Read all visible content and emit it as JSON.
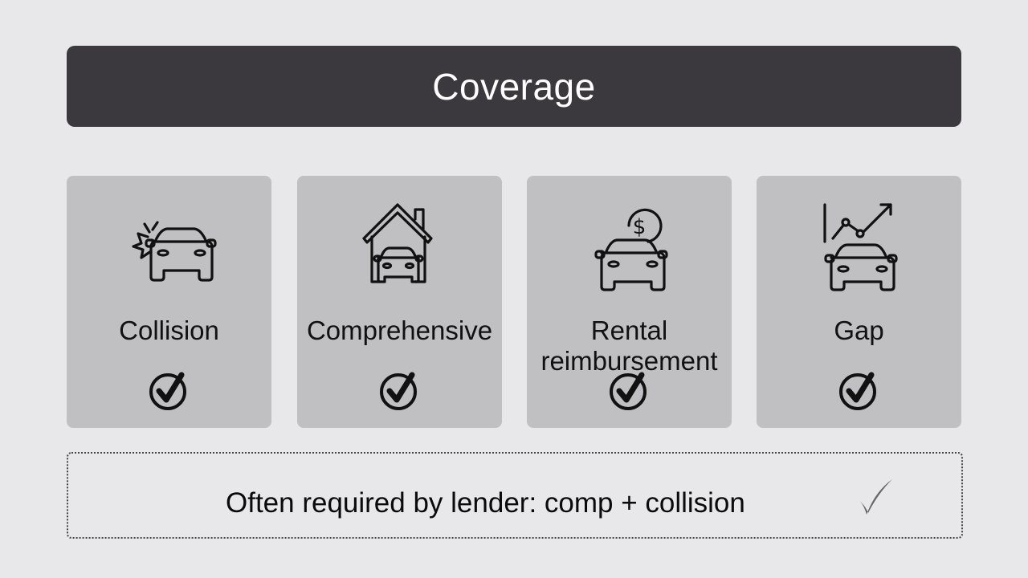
{
  "header": {
    "title": "Coverage"
  },
  "cards": [
    {
      "label": "Collision",
      "icon": "car-collision-icon",
      "checked": true
    },
    {
      "label": "Comprehensive",
      "icon": "car-house-icon",
      "checked": true
    },
    {
      "label_line1": "Rental",
      "label_line2": "reimbursement",
      "icon": "car-dollar-icon",
      "checked": true
    },
    {
      "label": "Gap",
      "icon": "car-chart-icon",
      "checked": true
    }
  ],
  "footer": {
    "text": "Often required by lender: comp + collision",
    "icon": "checkmark-icon"
  },
  "colors": {
    "background": "#e8e7ea",
    "header": "#3b393d",
    "card": "#c0bfc2",
    "text": "#111111"
  }
}
